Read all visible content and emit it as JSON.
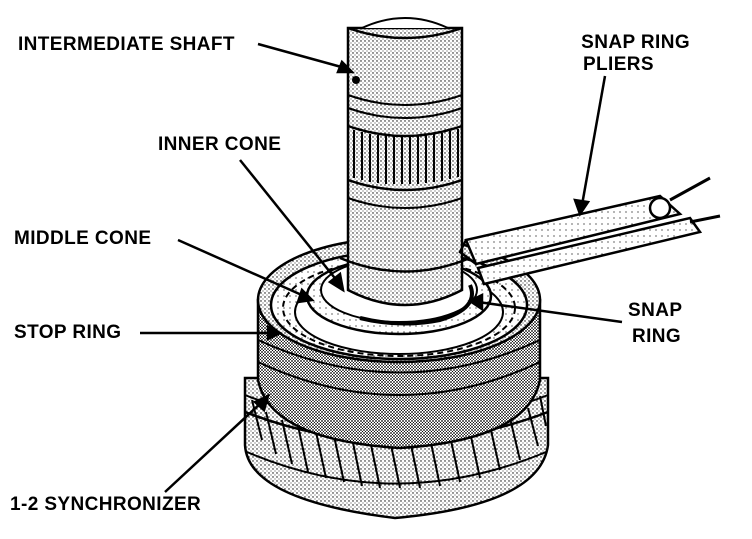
{
  "labels": {
    "intermediate_shaft": "INTERMEDIATE SHAFT",
    "snap_ring_pliers_1": "SNAP RING",
    "snap_ring_pliers_2": "PLIERS",
    "inner_cone": "INNER CONE",
    "middle_cone": "MIDDLE CONE",
    "stop_ring": "STOP RING",
    "snap_ring_1": "SNAP",
    "snap_ring_2": "RING",
    "synchronizer": "1-2 SYNCHRONIZER"
  },
  "colors": {
    "ink": "#000000",
    "paper": "#ffffff",
    "shade": "#9a9a9a"
  }
}
